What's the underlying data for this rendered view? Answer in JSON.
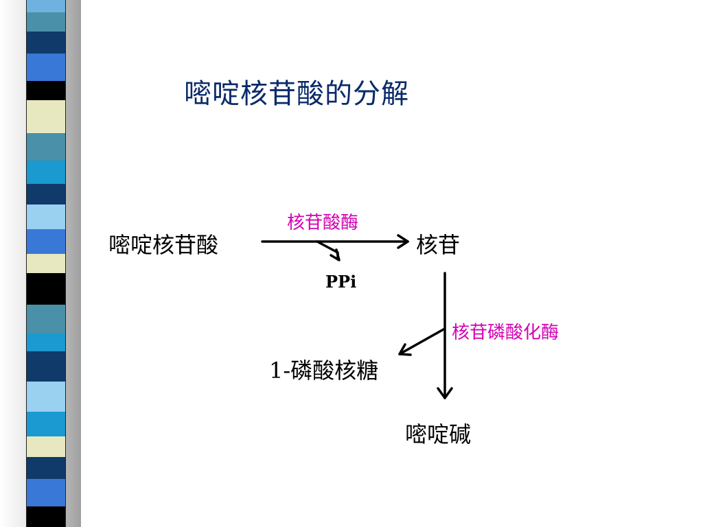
{
  "title": "嘧啶核苷酸的分解",
  "nodes": {
    "nucleotide": "嘧啶核苷酸",
    "nucleoside": "核苷",
    "ribose_phosphate": "1-磷酸核糖",
    "base": "嘧啶碱"
  },
  "byproduct": "PPi",
  "enzymes": {
    "nucleotidase": "核苷酸酶",
    "phosphorylase": "核苷磷酸化酶"
  },
  "colors": {
    "title": "#0a2a6a",
    "enzyme": "#d400b4",
    "text": "#000000"
  }
}
